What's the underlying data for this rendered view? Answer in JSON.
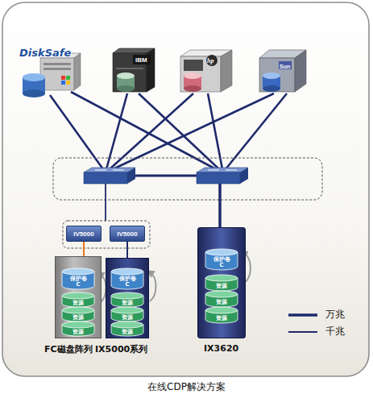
{
  "diagram": {
    "caption": "在线CDP解决方案",
    "nodes": [
      {
        "text": [
          "DiskSafe"
        ]
      },
      {
        "text": [
          "IBM"
        ]
      },
      {
        "text": [
          "hp"
        ]
      },
      {
        "text": [
          "Sun"
        ]
      },
      {
        "text": [
          "IV5000"
        ]
      },
      {
        "text": [
          "IV5000"
        ]
      },
      {
        "text": [
          "FC磁盘阵列"
        ]
      },
      {
        "text": [
          "保护卷",
          "C"
        ],
        "in": 6
      },
      {
        "text": [
          "资源"
        ],
        "in": 6
      },
      {
        "text": [
          "资源"
        ],
        "in": 6
      },
      {
        "text": [
          "资源"
        ],
        "in": 6
      },
      {
        "text": [
          "IX5000系列"
        ]
      },
      {
        "text": [
          "保护卷",
          "C"
        ],
        "in": 11
      },
      {
        "text": [
          "资源"
        ],
        "in": 11
      },
      {
        "text": [
          "资源"
        ],
        "in": 11
      },
      {
        "text": [
          "资源"
        ],
        "in": 11
      },
      {
        "text": [
          "IX3620"
        ]
      },
      {
        "text": [
          "保护卷",
          "C"
        ],
        "in": 16
      },
      {
        "text": [
          "资源"
        ],
        "in": 16
      },
      {
        "text": [
          "资源"
        ],
        "in": 16
      },
      {
        "text": [
          "资源"
        ],
        "in": 16
      }
    ],
    "edges": [
      {
        "from": 4,
        "to": 6,
        "arrow": "none"
      },
      {
        "from": 5,
        "to": 11,
        "arrow": "none"
      }
    ],
    "legend": [
      {
        "text": "万兆"
      },
      {
        "text": "千兆"
      }
    ]
  }
}
